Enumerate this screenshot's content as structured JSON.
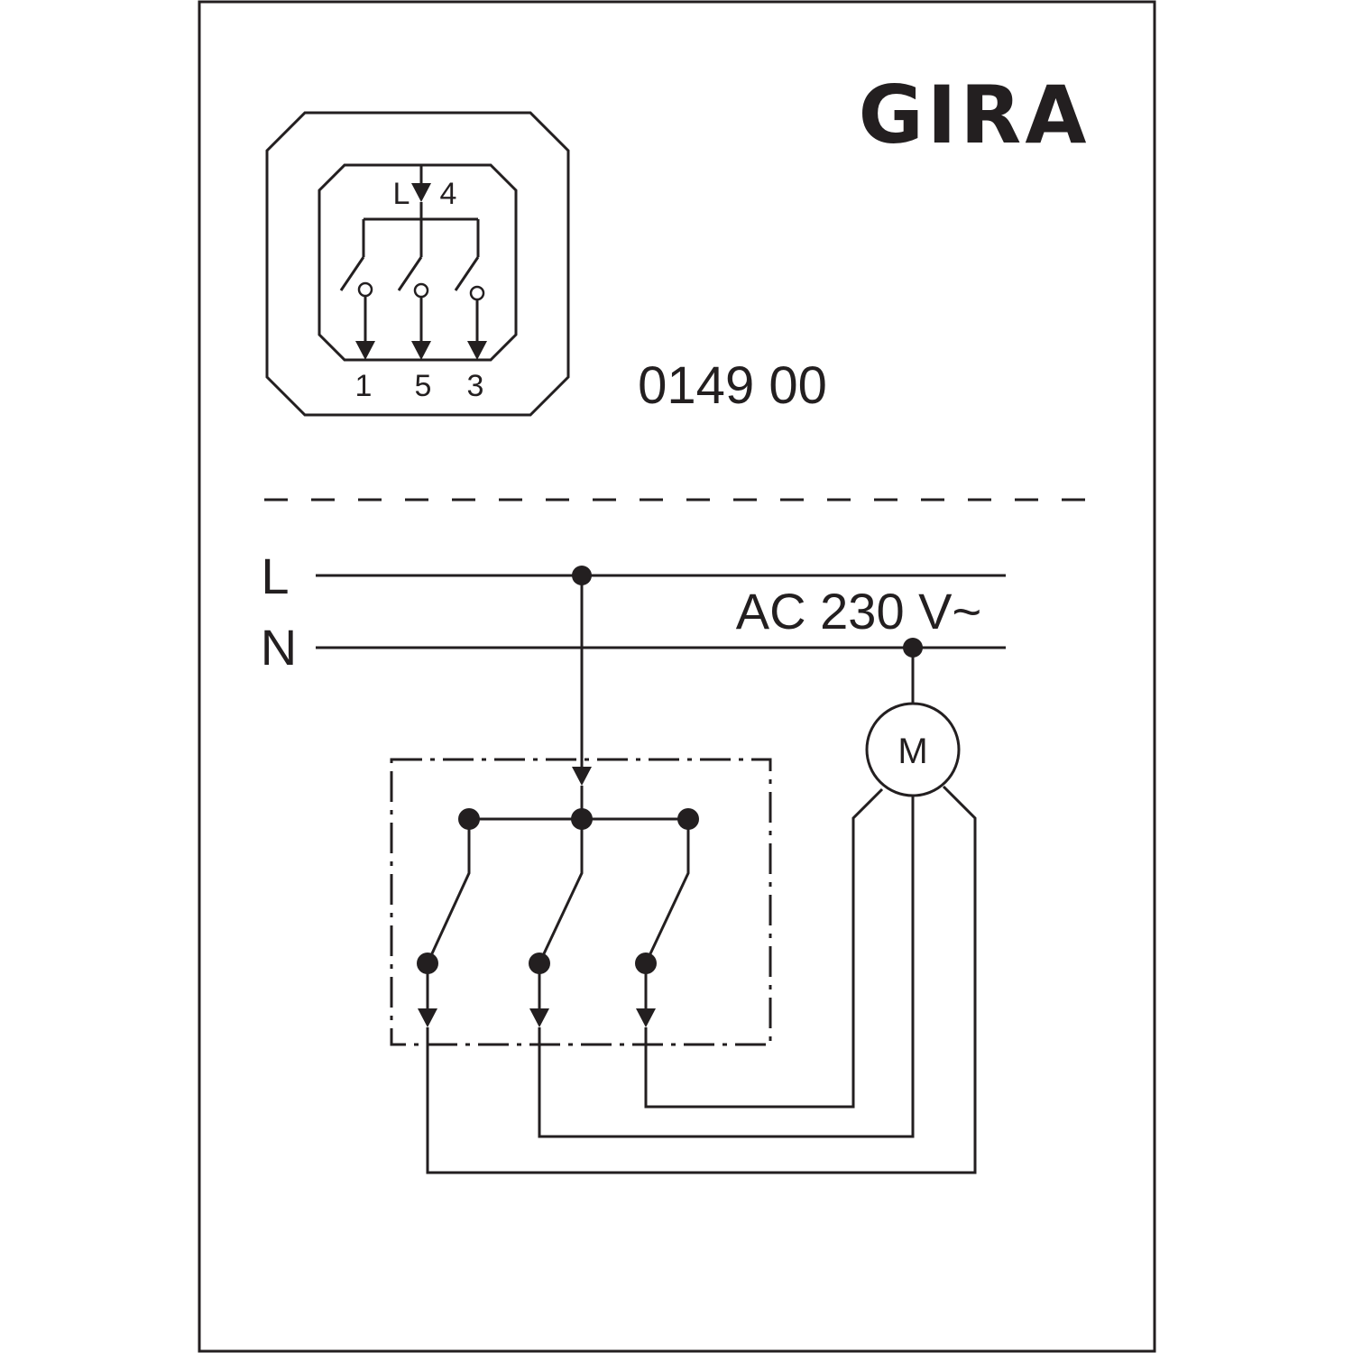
{
  "brand": {
    "logo_text": "GIRA"
  },
  "article_number": "0149 00",
  "terminal_diagram": {
    "input_terminal": {
      "label": "L",
      "number": "4"
    },
    "output_terminals": [
      "1",
      "5",
      "3"
    ]
  },
  "wiring_diagram": {
    "lines": [
      {
        "label": "L"
      },
      {
        "label": "N"
      }
    ],
    "supply_voltage": "AC 230 V~",
    "motor": {
      "label": "M"
    }
  },
  "colors": {
    "ink": "#231f20",
    "background": "#ffffff"
  }
}
